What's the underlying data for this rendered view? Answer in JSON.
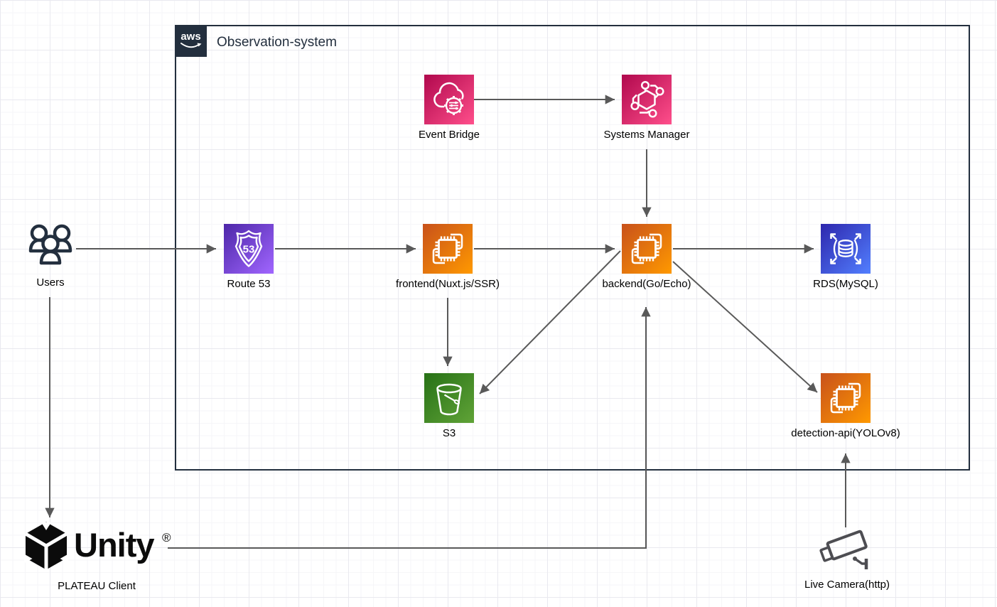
{
  "header": {
    "aws_logo": "aws",
    "container_title": "Observation-system"
  },
  "nodes": {
    "users": {
      "label": "Users"
    },
    "route53": {
      "label": "Route 53",
      "badge": "53"
    },
    "frontend": {
      "label": "frontend(Nuxt.js/SSR)"
    },
    "backend": {
      "label": "backend(Go/Echo)"
    },
    "rds": {
      "label": "RDS(MySQL)"
    },
    "event_bridge": {
      "label": "Event Bridge"
    },
    "systems_manager": {
      "label": "Systems Manager"
    },
    "s3": {
      "label": "S3"
    },
    "detection_api": {
      "label": "detection-api(YOLOv8)"
    },
    "unity_client": {
      "brand": "Unity",
      "registered_mark": "®",
      "label": "PLATEAU Client"
    },
    "live_camera": {
      "label": "Live Camera(http)"
    }
  },
  "edges": [
    {
      "from": "Users",
      "to": "Route 53"
    },
    {
      "from": "Route 53",
      "to": "frontend(Nuxt.js/SSR)"
    },
    {
      "from": "frontend(Nuxt.js/SSR)",
      "to": "backend(Go/Echo)"
    },
    {
      "from": "backend(Go/Echo)",
      "to": "RDS(MySQL)"
    },
    {
      "from": "Event Bridge",
      "to": "Systems Manager"
    },
    {
      "from": "Systems Manager",
      "to": "backend(Go/Echo)"
    },
    {
      "from": "frontend(Nuxt.js/SSR)",
      "to": "S3"
    },
    {
      "from": "backend(Go/Echo)",
      "to": "S3"
    },
    {
      "from": "backend(Go/Echo)",
      "to": "detection-api(YOLOv8)"
    },
    {
      "from": "PLATEAU Client",
      "to": "backend(Go/Echo)"
    },
    {
      "from": "Users",
      "to": "PLATEAU Client"
    },
    {
      "from": "Live Camera(http)",
      "to": "detection-api(YOLOv8)"
    }
  ],
  "colors": {
    "container_border": "#232F3E",
    "edge": "#595959",
    "label_text": "#000000",
    "ec2_gradient": [
      "#C8511B",
      "#FF9900"
    ],
    "pink_gradient": [
      "#B0084D",
      "#FF4F8B"
    ],
    "purple_gradient": [
      "#4D27A8",
      "#A166FF"
    ],
    "blue_gradient": [
      "#2E27AD",
      "#527FFF"
    ],
    "green_gradient": [
      "#277116",
      "#60A337"
    ],
    "users_icon": "#232F3E",
    "camera_icon": "#4D4D52",
    "unity_black": "#0B0B0B"
  }
}
